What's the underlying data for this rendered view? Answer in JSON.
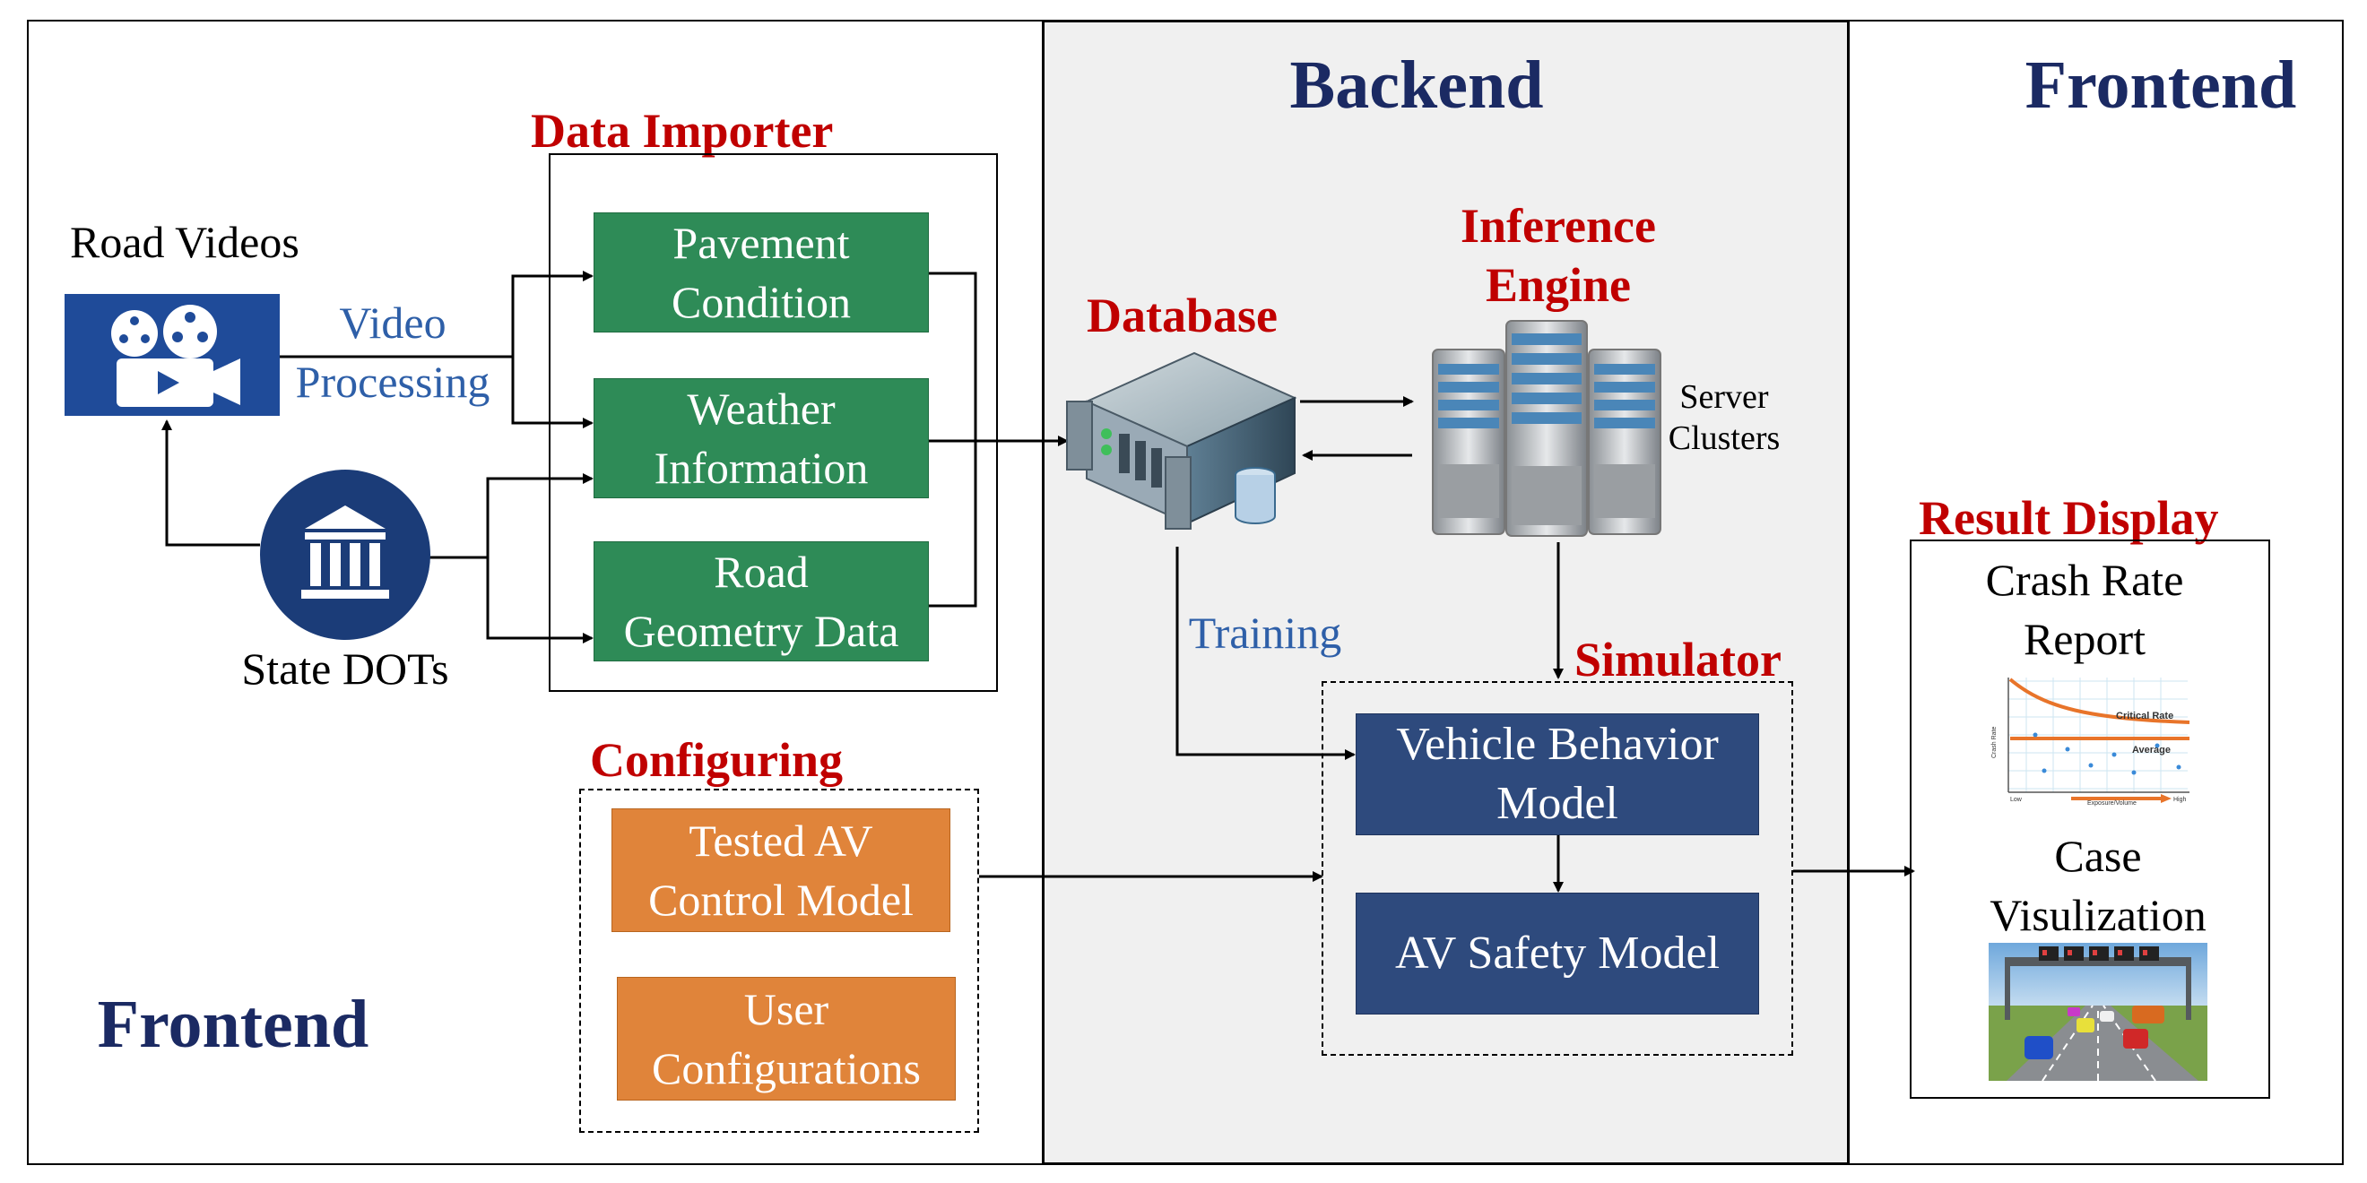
{
  "sections": {
    "frontend_left": "Frontend",
    "backend": "Backend",
    "frontend_right": "Frontend"
  },
  "sources": {
    "road_videos": "Road Videos",
    "video_processing_line1": "Video",
    "video_processing_line2": "Processing",
    "state_dots": "State DOTs"
  },
  "data_importer": {
    "title": "Data Importer",
    "items": [
      {
        "line1": "Pavement",
        "line2": "Condition"
      },
      {
        "line1": "Weather",
        "line2": "Information"
      },
      {
        "line1": "Road",
        "line2": "Geometry Data"
      }
    ]
  },
  "backend": {
    "database_label": "Database",
    "inference_line1": "Inference",
    "inference_line2": "Engine",
    "server_line1": "Server",
    "server_line2": "Clusters",
    "training_label": "Training"
  },
  "configuring": {
    "title": "Configuring",
    "items": [
      {
        "line1": "Tested AV",
        "line2": "Control Model"
      },
      {
        "line1": "User",
        "line2": "Configurations"
      }
    ]
  },
  "simulator": {
    "title": "Simulator",
    "vehicle_line1": "Vehicle Behavior",
    "vehicle_line2": "Model",
    "av_safety": "AV Safety Model"
  },
  "result_display": {
    "title": "Result Display",
    "crash_line1": "Crash Rate",
    "crash_line2": "Report",
    "case_line1": "Case",
    "case_line2": "Visulization",
    "chart_labels": {
      "critical_rate": "Critical Rate",
      "average": "Average",
      "y_axis": "Crash Rate",
      "x_axis": "Exposure/Volume",
      "low": "Low",
      "high": "High"
    }
  },
  "colors": {
    "navy_title": "#1b2a63",
    "red_title": "#c00000",
    "green_box": "#2e8b57",
    "orange_box": "#e0843a",
    "navy_box": "#2e4a7d",
    "blue_text": "#2e5fa8",
    "backend_bg": "#f0f0f0"
  },
  "icons": [
    "film-camera-icon",
    "government-building-icon",
    "database-server-icon",
    "server-cluster-icon",
    "crash-rate-chart-image",
    "highway-simulation-image"
  ]
}
